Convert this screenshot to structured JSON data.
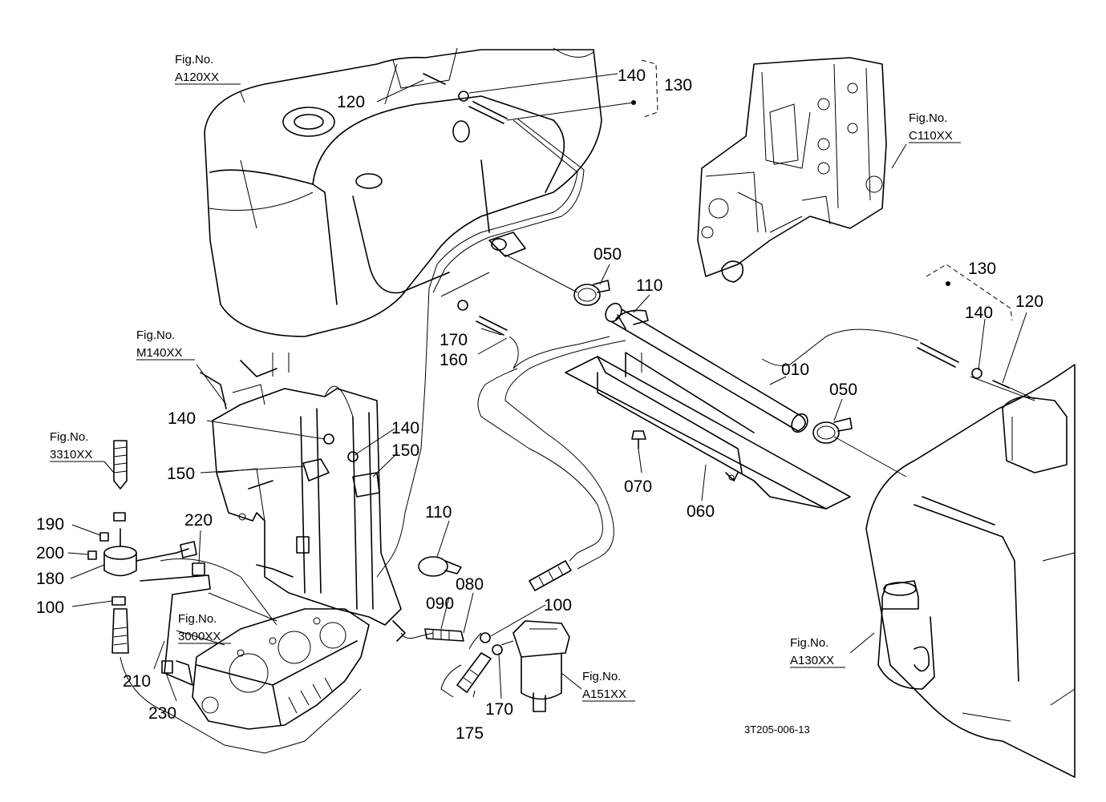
{
  "drawing_code": "3T205-006-13",
  "fig_refs": {
    "a120": {
      "label": "Fig.No.",
      "code": "A120XX"
    },
    "c110": {
      "label": "Fig.No.",
      "code": "C110XX"
    },
    "m140": {
      "label": "Fig.No.",
      "code": "M140XX"
    },
    "s3310": {
      "label": "Fig.No.",
      "code": "3310XX"
    },
    "s3000": {
      "label": "Fig.No.",
      "code": "3000XX"
    },
    "a151": {
      "label": "Fig.No.",
      "code": "A151XX"
    },
    "a130": {
      "label": "Fig.No.",
      "code": "A130XX"
    }
  },
  "parts": {
    "p010": "010",
    "p050a": "050",
    "p050b": "050",
    "p060": "060",
    "p070": "070",
    "p080": "080",
    "p090": "090",
    "p100a": "100",
    "p100b": "100",
    "p110a": "110",
    "p110b": "110",
    "p120a": "120",
    "p120b": "120",
    "p130a": "130",
    "p130b": "130",
    "p140a": "140",
    "p140b": "140",
    "p140c": "140",
    "p140d": "140",
    "p150a": "150",
    "p150b": "150",
    "p160": "160",
    "p170a": "170",
    "p170b": "170",
    "p175": "175",
    "p180": "180",
    "p190": "190",
    "p200": "200",
    "p210": "210",
    "p220": "220",
    "p230": "230"
  }
}
